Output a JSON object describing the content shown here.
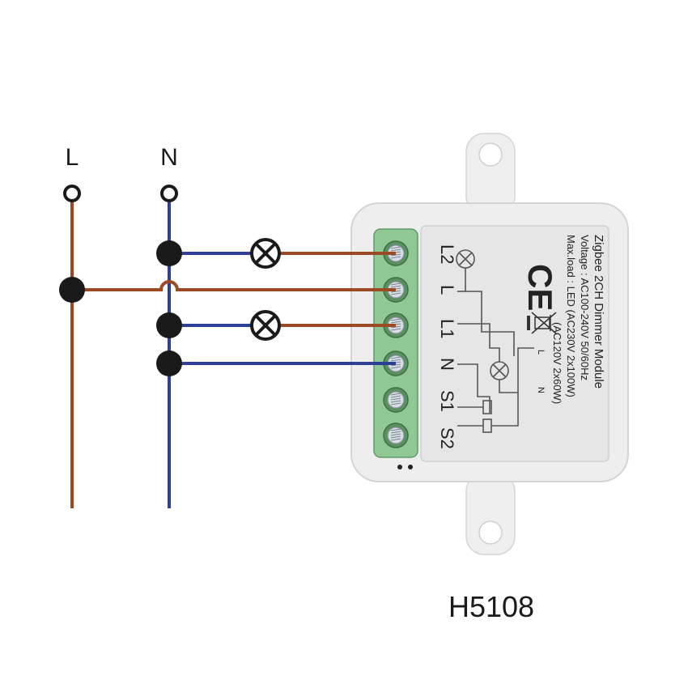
{
  "labels": {
    "line": "L",
    "neutral": "N",
    "model": "H5108"
  },
  "module": {
    "title": "Zigbee 2CH Dimmer Module",
    "voltage": "Voltage : AC100-240V 50/60Hz",
    "maxload": "Max.load : LED (AC230V 2x100W)",
    "maxload2": "(AC120V 2x60W)",
    "ce_mark": "CE",
    "terminals": [
      "L2",
      "L",
      "L1",
      "N",
      "S1",
      "S2"
    ],
    "schematic_labels": {
      "l": "L",
      "n": "N"
    }
  },
  "colors": {
    "live_wire": "#9c4a23",
    "neutral_wire": "#2e3f96",
    "terminal_block": "#8fc894",
    "module_body": "#eeeeee",
    "node": "#1a1a1a"
  }
}
